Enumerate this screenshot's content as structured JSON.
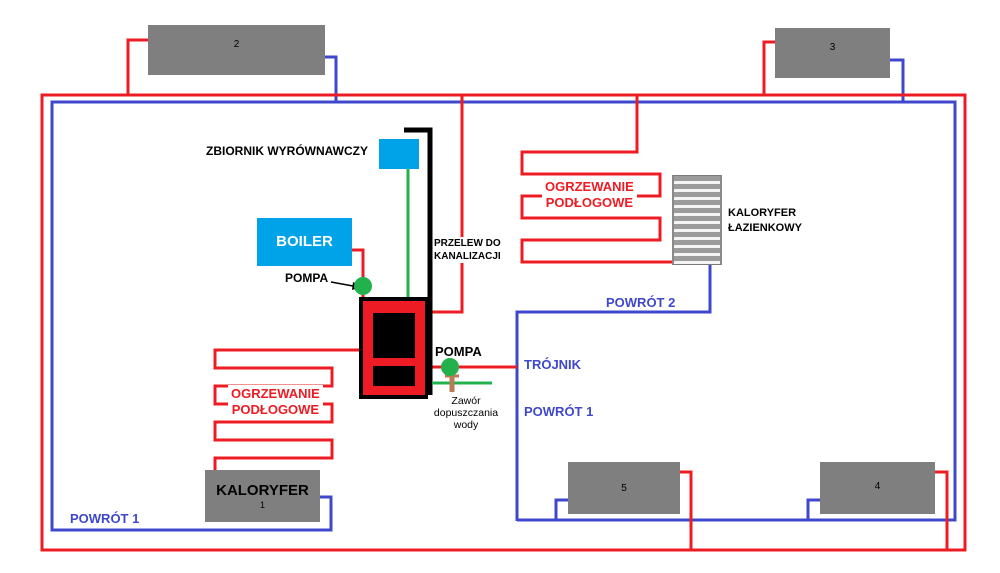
{
  "colors": {
    "pipe_supply_red": "#ed1c24",
    "pipe_return_blue": "#3f48cc",
    "tank_fill_blue": "#00a2e8",
    "pump_green": "#22b14c",
    "radiator_gray": "#7f7f7f",
    "stove_red": "#ed1c24",
    "overflow_black": "#000000",
    "fill_line_green": "#22b14c",
    "valve_tan": "#b97a56",
    "label_blue": "#3f48cc",
    "label_red": "#ed1c24"
  },
  "labels": {
    "expansion_tank": "ZBIORNIK WYRÓWNAWCZY",
    "boiler": "BOILER",
    "pump_boiler": "POMPA",
    "pump_return": "POMPA",
    "overflow": {
      "line1": "PRZELEW DO",
      "line2": "KANALIZACJI"
    },
    "floor_heating": {
      "line1": "OGRZEWANIE",
      "line2": "PODŁOGOWE"
    },
    "bathroom_radiator": {
      "line1": "KALORYFER",
      "line2": "ŁAZIENKOWY"
    },
    "return_2": "POWRÓT 2",
    "tee": "TRÓJNIK",
    "return_1": "POWRÓT 1",
    "return_1_left": "POWRÓT 1",
    "fill_valve": {
      "line1": "Zawór",
      "line2": "dopuszczania",
      "line3": "wody"
    },
    "radiators": {
      "r1_name": "KALORYFER",
      "r1": "1",
      "r2": "2",
      "r3": "3",
      "r4": "4",
      "r5": "5"
    }
  }
}
